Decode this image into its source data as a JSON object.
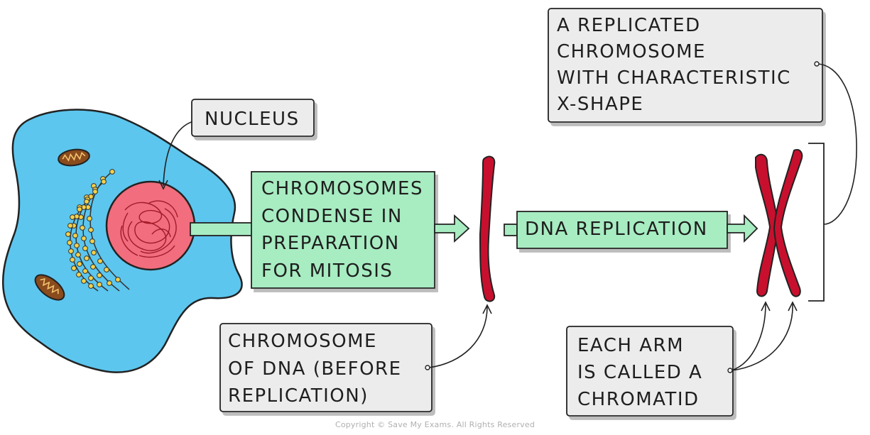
{
  "labels": {
    "nucleus": "NUCLEUS",
    "condense": [
      "CHROMOSOMES",
      "CONDENSE IN",
      "PREPARATION",
      "FOR MITOSIS"
    ],
    "dna_replication": "DNA REPLICATION",
    "replicated": [
      "A REPLICATED",
      "CHROMOSOME",
      "WITH CHARACTERISTIC",
      "X-SHAPE"
    ],
    "before_replication": [
      "CHROMOSOME",
      "OF DNA (BEFORE",
      "REPLICATION)"
    ],
    "each_arm": [
      "EACH ARM",
      "IS CALLED A",
      "CHROMATID"
    ]
  },
  "copyright": "Copyright © Save My Exams. All Rights Reserved",
  "colors": {
    "cytoplasm": "#5cc6ee",
    "nucleus": "#f26d7d",
    "chromosome": "#c8102e",
    "arrow_box": "#a8ecc2",
    "label_box": "#ececec",
    "outline": "#222222"
  }
}
